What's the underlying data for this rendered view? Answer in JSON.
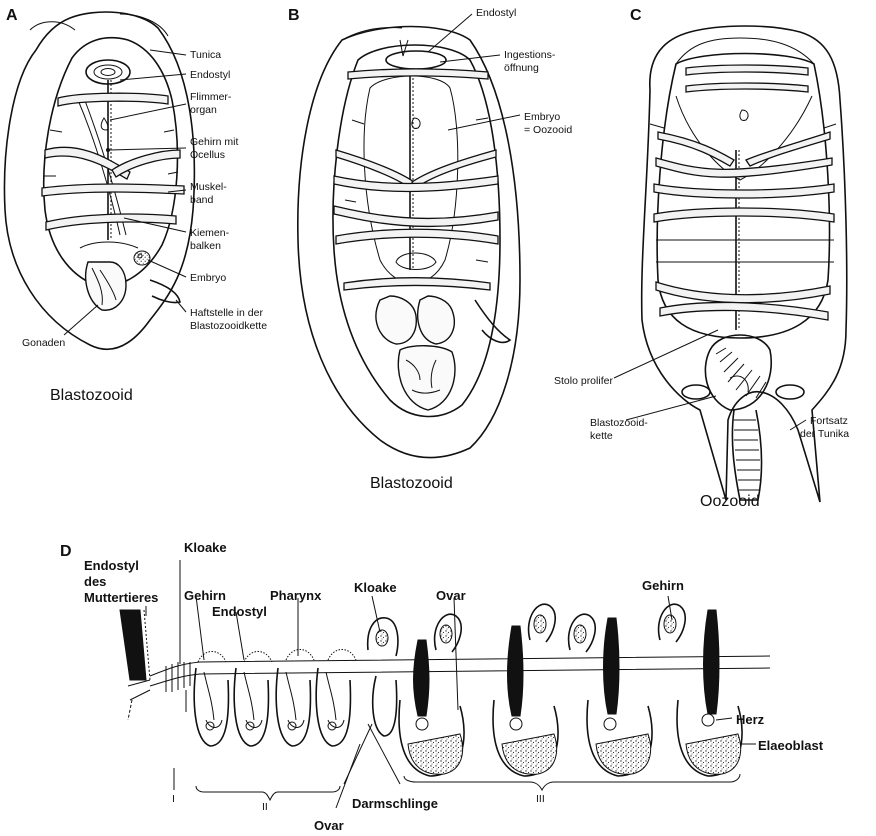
{
  "panels": {
    "A": {
      "letter": "A",
      "caption": "Blastozooid",
      "labels": {
        "tunica": "Tunica",
        "endostyl": "Endostyl",
        "flimmer1": "Flimmer-",
        "flimmer2": "organ",
        "gehirn1": "Gehirn mit",
        "gehirn2": "Ocellus",
        "muskel1": "Muskel-",
        "muskel2": "band",
        "kiemen1": "Kiemen-",
        "kiemen2": "balken",
        "embryo": "Embryo",
        "haft1": "Haftstelle in der",
        "haft2": "Blastozooidkette",
        "gonaden": "Gonaden"
      }
    },
    "B": {
      "letter": "B",
      "caption": "Blastozooid",
      "labels": {
        "endostyl": "Endostyl",
        "ingestion1": "Ingestions-",
        "ingestion2": "öffnung",
        "embryo1": "Embryo",
        "embryo2": "= Oozooid"
      }
    },
    "C": {
      "letter": "C",
      "caption": "Oozooid",
      "labels": {
        "stolo": "Stolo prolifer",
        "kette1": "Blastozooid-",
        "kette2": "kette",
        "fortsatz1": "Fortsatz",
        "fortsatz2": "der Tunika"
      }
    },
    "D": {
      "letter": "D",
      "labels": {
        "endostyl_mutter1": "Endostyl",
        "endostyl_mutter2": "des",
        "endostyl_mutter3": "Muttertieres",
        "kloake_top": "Kloake",
        "gehirn_left": "Gehirn",
        "endostyl": "Endostyl",
        "pharynx": "Pharynx",
        "kloake_mid": "Kloake",
        "ovar_top": "Ovar",
        "gehirn_right": "Gehirn",
        "herz": "Herz",
        "elaeoblast": "Elaeoblast",
        "darmschlinge": "Darmschlinge",
        "ovar_bottom": "Ovar",
        "stage1": "I",
        "stage2": "II",
        "stage3": "III"
      }
    }
  }
}
